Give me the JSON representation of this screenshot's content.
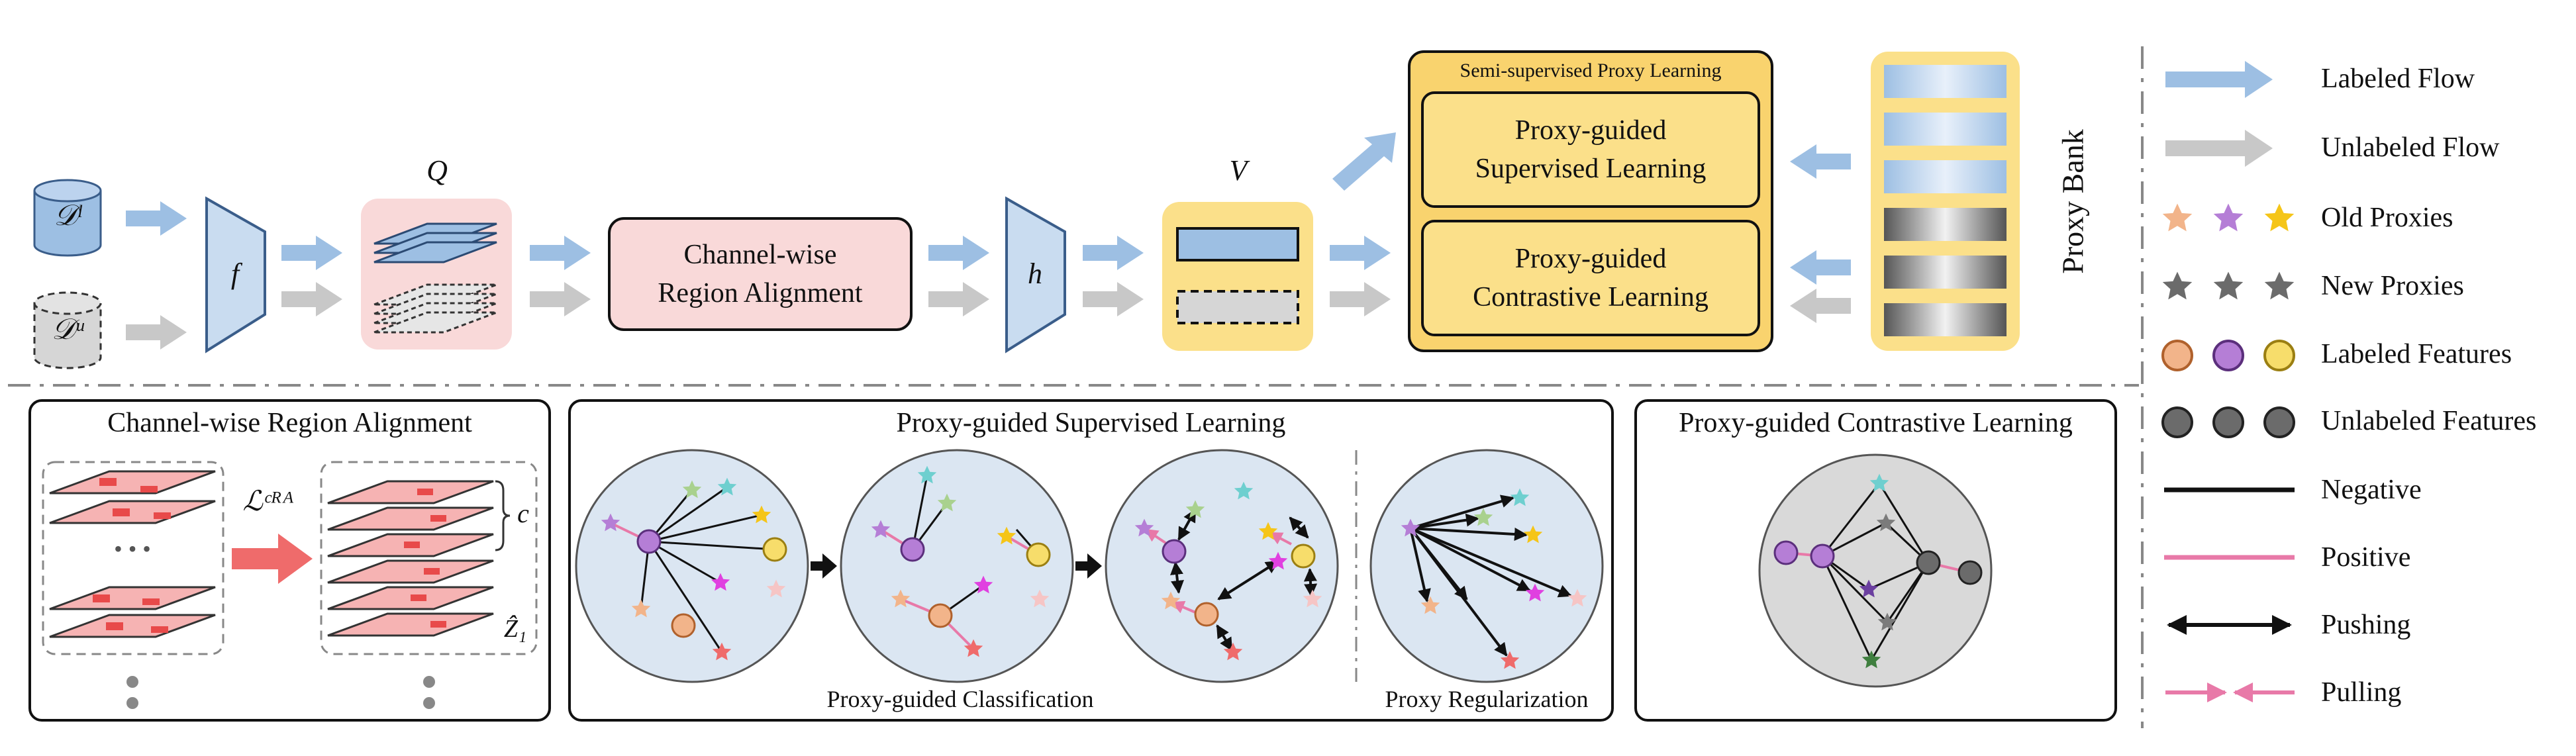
{
  "datasets": {
    "labeled": "𝒟ˡ",
    "unlabeled": "𝒟ᵘ"
  },
  "symbols": {
    "f": "f",
    "h": "h",
    "Q": "Q",
    "V": "V",
    "loss": "ℒᶜᴿᴬ",
    "c": "c",
    "z": "Ẑ₁"
  },
  "pipeline": {
    "cra_box": [
      "Channel-wise",
      "Region Alignment"
    ],
    "spl_title": "Semi-supervised Proxy Learning",
    "psl_box": [
      "Proxy-guided",
      "Supervised Learning"
    ],
    "pcl_box": [
      "Proxy-guided",
      "Contrastive Learning"
    ],
    "proxy_bank": "Proxy Bank"
  },
  "panels": {
    "cra_title": "Channel-wise Region Alignment",
    "psl_title": "Proxy-guided Supervised Learning",
    "pcl_title": "Proxy-guided Contrastive Learning",
    "classification_caption": "Proxy-guided Classification",
    "regularization_caption": "Proxy Regularization",
    "dots": "• • •"
  },
  "legend": {
    "labeled_flow": "Labeled Flow",
    "unlabeled_flow": "Unlabeled Flow",
    "old_proxies": "Old Proxies",
    "new_proxies": "New Proxies",
    "labeled_features": "Labeled Features",
    "unlabeled_features": "Unlabeled Features",
    "negative": "Negative",
    "positive": "Positive",
    "pushing": "Pushing",
    "pulling": "Pulling"
  },
  "colors": {
    "labeled_blue": "#9dbfe3",
    "unlabeled_gray": "#c8c8c8",
    "pink_fill": "#f9d9d9",
    "yellow_fill": "#fbe08a",
    "circle_blue": "#dbe6f2",
    "circle_gray": "#d9d9d9",
    "pink_line": "#e879a8"
  }
}
